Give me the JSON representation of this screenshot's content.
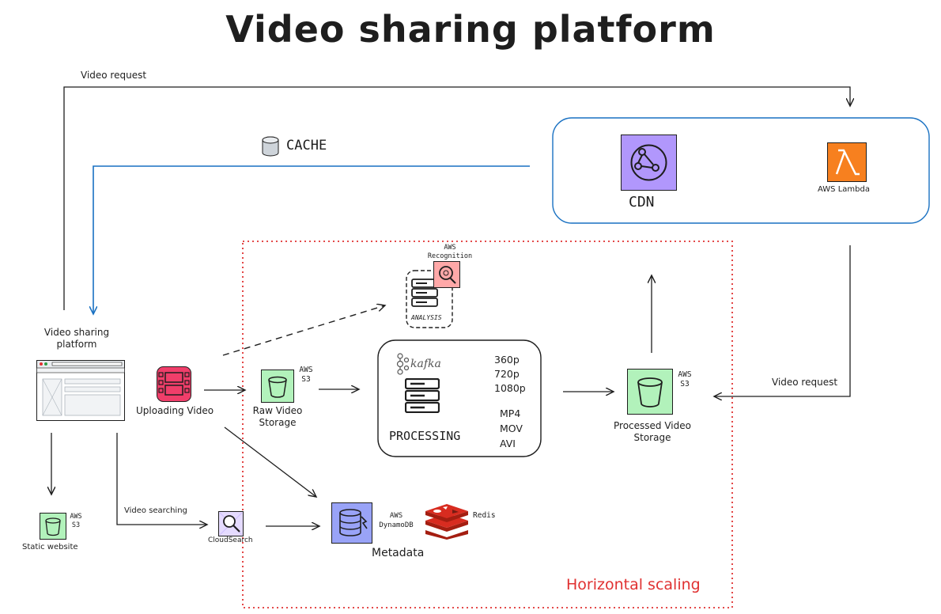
{
  "title": "Video sharing platform",
  "labels": {
    "video_request_top": "Video request",
    "video_request_right": "Video request",
    "cache": "CACHE",
    "cdn": "CDN",
    "aws_lambda": "AWS Lambda",
    "video_sharing_platform": "Video sharing platform",
    "uploading_video": "Uploading Video",
    "raw_storage_aws": "AWS S3",
    "raw_storage": "Raw Video Storage",
    "recognition": "AWS Recognition",
    "analysis": "ANALYSIS",
    "kafka": "kafka",
    "processing": "PROCESSING",
    "resolutions": [
      "360p",
      "720p",
      "1080p"
    ],
    "formats": [
      "MP4",
      "MOV",
      "AVI"
    ],
    "processed_storage_aws": "AWS S3",
    "processed_storage": "Processed Video Storage",
    "static_aws": "AWS S3",
    "static_website": "Static website",
    "video_searching": "Video searching",
    "cloudsearch": "CloudSearch",
    "dynamodb": "AWS DynamoDB",
    "redis": "Redis",
    "metadata": "Metadata",
    "horizontal_scaling": "Horizontal scaling"
  },
  "colors": {
    "stroke": "#1e1e1e",
    "blue": "#1971c2",
    "red_dotted": "#e03131",
    "s3_fill": "#b2f2bb",
    "cdn_fill": "#b197fc",
    "lambda_fill": "#f7801f",
    "dynamo_fill": "#99a3f7",
    "recognition_fill": "#ffa8a8",
    "film_fill": "#f03e6a",
    "redis_fill": "#c92a2a"
  },
  "icons": [
    "cache-cylinder-icon",
    "cdn-icon",
    "lambda-icon",
    "browser-window-icon",
    "film-strip-icon",
    "s3-bucket-icon",
    "server-icon",
    "recognition-icon",
    "kafka-icon",
    "cloudsearch-icon",
    "dynamodb-icon",
    "redis-icon"
  ]
}
